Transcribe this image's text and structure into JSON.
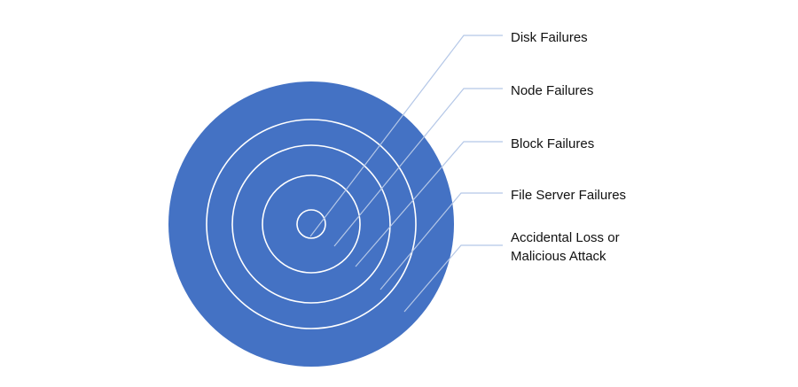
{
  "diagram": {
    "layers": [
      {
        "lines": [
          "Disk Failures"
        ]
      },
      {
        "lines": [
          "Node Failures"
        ]
      },
      {
        "lines": [
          "Block Failures"
        ]
      },
      {
        "lines": [
          "File Server Failures"
        ]
      },
      {
        "lines": [
          "Accidental Loss or",
          "Malicious Attack"
        ]
      }
    ],
    "colors": {
      "fill": "#4472c4",
      "ring_stroke": "#ffffff",
      "leader_line": "#b4c7e7"
    }
  }
}
